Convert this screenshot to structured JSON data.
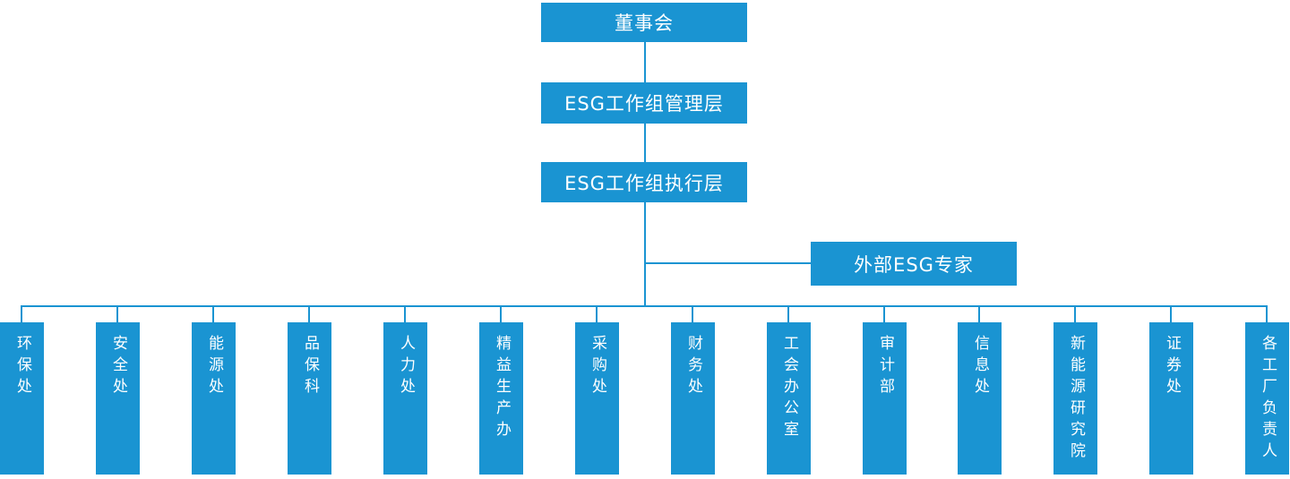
{
  "colors": {
    "accent": "#1A94D2",
    "node_text": "#FFFFFF"
  },
  "nodes": {
    "board": {
      "label": "董事会"
    },
    "management": {
      "label": "ESG工作组管理层"
    },
    "execution": {
      "label": "ESG工作组执行层"
    },
    "external": {
      "label": "外部ESG专家"
    }
  },
  "departments": [
    {
      "label": "环保处"
    },
    {
      "label": "安全处"
    },
    {
      "label": "能源处"
    },
    {
      "label": "品保科"
    },
    {
      "label": "人力处"
    },
    {
      "label": "精益生产办"
    },
    {
      "label": "采购处"
    },
    {
      "label": "财务处"
    },
    {
      "label": "工会办公室"
    },
    {
      "label": "审计部"
    },
    {
      "label": "信息处"
    },
    {
      "label": "新能源研究院"
    },
    {
      "label": "证券处"
    },
    {
      "label": "各工厂负责人"
    }
  ]
}
